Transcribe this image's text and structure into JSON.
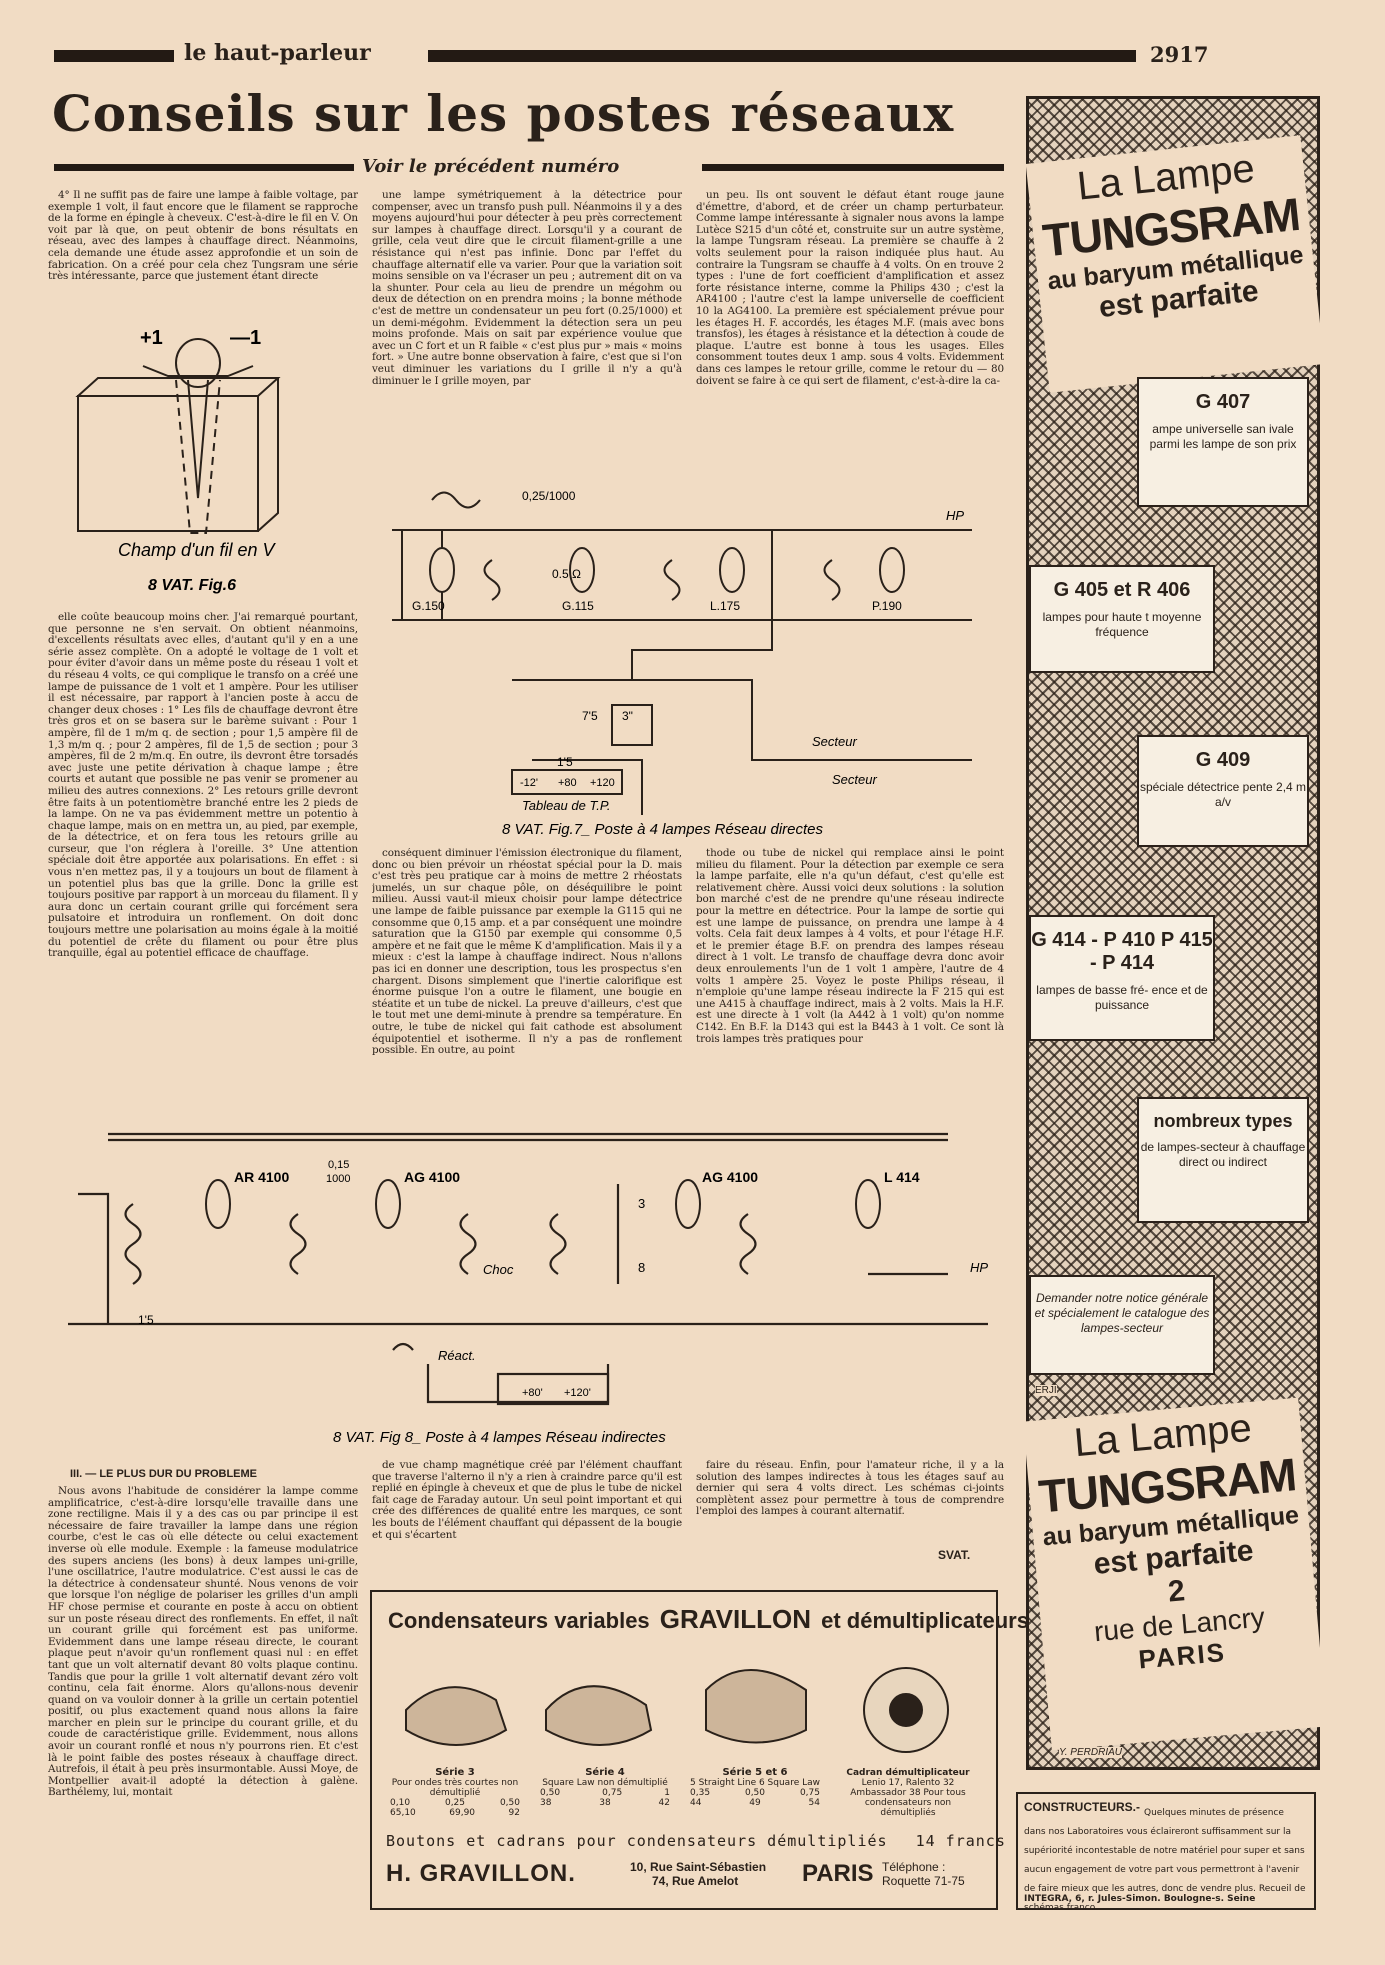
{
  "header": {
    "journal": "le haut-parleur",
    "page_number": "2917"
  },
  "article": {
    "title": "Conseils sur les postes réseaux",
    "subtitle": "Voir le précédent numéro",
    "col1_top": "4° Il ne suffit pas de faire une lampe à faible voltage, par exemple 1 volt, il faut encore que le filament se rapproche de la forme en épingle à cheveux. C'est-à-dire le fil en V. On voit par là que, on peut obtenir de bons résultats en réseau, avec des lampes à chauffage direct. Néanmoins, cela demande une étude assez approfondie et un soin de fabrication. On a créé pour cela chez Tungsram une série très intéressante, parce que justement étant directe",
    "col2_top": "une lampe symétriquement à la détectrice pour compenser, avec un transfo push pull. Néanmoins il y a des moyens aujourd'hui pour détecter à peu près correctement sur lampes à chauffage direct. Lorsqu'il y a courant de grille, cela veut dire que le circuit filament-grille a une résistance qui n'est pas infinie. Donc par l'effet du chauffage alternatif elle va varier. Pour que la variation soit moins sensible on va l'écraser un peu ; autrement dit on va la shunter. Pour cela au lieu de prendre un mégohm ou deux de détection on en prendra moins ; la bonne méthode c'est de mettre un condensateur un peu fort (0.25/1000) et un demi-mégohm. Evidemment la détection sera un peu moins profonde. Mais on sait par expérience voulue que avec un C fort et un R faible « c'est plus pur » mais « moins fort. » Une autre bonne observation à faire, c'est que si l'on veut diminuer les variations du I grille il n'y a qu'à diminuer le I grille moyen, par",
    "col3_top": "un peu. Ils ont souvent le défaut étant rouge jaune d'émettre, d'abord, et de créer un champ perturbateur. Comme lampe intéressante à signaler nous avons la lampe Lutèce S215 d'un côté et, construite sur un autre système, la lampe Tungsram réseau. La première se chauffe à 2 volts seulement pour la raison indiquée plus haut. Au contraire la Tungsram se chauffe à 4 volts. On en trouve 2 types : l'une de fort coefficient d'amplification et assez forte résistance interne, comme la Philips 430 ; c'est la AR4100 ; l'autre c'est la lampe universelle de coefficient 10 la AG4100. La première est spécialement prévue pour les étages H. F. accordés, les étages M.F. (mais avec bons transfos), les étages à résistance et la détection à coude de plaque. L'autre est bonne à tous les usages. Elles consomment toutes deux 1 amp. sous 4 volts. Evidemment dans ces lampes le retour grille, comme le retour du — 80 doivent se faire à ce qui sert de filament, c'est-à-dire la ca-",
    "col1_mid": "elle coûte beaucoup moins cher. J'ai remarqué pourtant, que personne ne s'en servait. On obtient néanmoins, d'excellents résultats avec elles, d'autant qu'il y en a une série assez complète. On a adopté le voltage de 1 volt et pour éviter d'avoir dans un même poste du réseau 1 volt et du réseau 4 volts, ce qui complique le transfo on a créé une lampe de puissance de 1 volt et 1 ampère. Pour les utiliser il est nécessaire, par rapport à l'ancien poste à accu de changer deux choses : 1° Les fils de chauffage devront être très gros et on se basera sur le barème suivant : Pour 1 ampère, fil de 1 m/m q. de section ; pour 1,5 ampère fil de 1,3 m/m q. ; pour 2 ampères, fil de 1,5 de section ; pour 3 ampères, fil de 2 m/m.q. En outre, ils devront être torsadés avec juste une petite dérivation à chaque lampe ; être courts et autant que possible ne pas venir se promener au milieu des autres connexions. 2° Les retours grille devront être faits à un potentiomètre branché entre les 2 pieds de la lampe. On ne va pas évidemment mettre un potentio à chaque lampe, mais on en mettra un, au pied, par exemple, de la détectrice, et on fera tous les retours grille au curseur, que l'on réglera à l'oreille. 3° Une attention spéciale doit être apportée aux polarisations. En effet : si vous n'en mettez pas, il y a toujours un bout de filament à un potentiel plus bas que la grille. Donc la grille est toujours positive par rapport à un morceau du filament. Il y aura donc un certain courant grille qui forcément sera pulsatoire et introduira un ronflement. On doit donc toujours mettre une polarisation au moins égale à la moitié du potentiel de crête du filament ou pour être plus tranquille, égal au potentiel efficace de chauffage.",
    "col2_mid": "conséquent diminuer l'émission électronique du filament, donc ou bien prévoir un rhéostat spécial pour la D. mais c'est très peu pratique car à moins de mettre 2 rhéostats jumelés, un sur chaque pôle, on déséquilibre le point milieu. Aussi vaut-il mieux choisir pour lampe détectrice une lampe de faible puissance par exemple la G115 qui ne consomme que 0,15 amp. et a par conséquent une moindre saturation que la G150 par exemple qui consomme 0,5 ampère et ne fait que le même K d'amplification. Mais il y a mieux : c'est la lampe à chauffage indirect. Nous n'allons pas ici en donner une description, tous les prospectus s'en chargent. Disons simplement que l'inertie calorifique est énorme puisque l'on a outre le filament, une bougie en stéatite et un tube de nickel. La preuve d'ailleurs, c'est que le tout met une demi-minute à prendre sa température. En outre, le tube de nickel qui fait cathode est absolument équipotentiel et isotherme. Il n'y a pas de ronflement possible. En outre, au point",
    "col3_mid": "thode ou tube de nickel qui remplace ainsi le point milieu du filament. Pour la détection par exemple ce sera la lampe parfaite, elle n'a qu'un défaut, c'est qu'elle est relativement chère. Aussi voici deux solutions : la solution bon marché c'est de ne prendre qu'une réseau indirecte pour la mettre en détectrice. Pour la lampe de sortie qui est une lampe de puissance, on prendra une lampe à 4 volts. Cela fait deux lampes à 4 volts, et pour l'étage H.F. et le premier étage B.F. on prendra des lampes réseau direct à 1 volt. Le transfo de chauffage devra donc avoir deux enroulements l'un de 1 volt 1 ampère, l'autre de 4 volts 1 ampère 25. Voyez le poste Philips réseau, il n'emploie qu'une lampe réseau indirecte la F 215 qui est une A415 à chauffage indirect, mais à 2 volts. Mais la H.F. est une directe à 1 volt (la A442 à 1 volt) qu'on nomme C142. En B.F. la D143 qui est la B443 à 1 volt. Ce sont là trois lampes très pratiques pour",
    "section_heading": "III. — LE PLUS DUR DU PROBLEME",
    "col1_bottom": "Nous avons l'habitude de considérer la lampe comme amplificatrice, c'est-à-dire lorsqu'elle travaille dans une zone rectiligne. Mais il y a des cas ou par principe il est nécessaire de faire travailler la lampe dans une région courbe, c'est le cas où elle détecte ou celui exactement inverse où elle module. Exemple : la fameuse modulatrice des supers anciens (les bons) à deux lampes uni-grille, l'une oscillatrice, l'autre modulatrice. C'est aussi le cas de la détectrice à condensateur shunté. Nous venons de voir que lorsque l'on néglige de polariser les grilles d'un ampli HF chose permise et courante en poste à accu on obtient sur un poste réseau direct des ronflements. En effet, il naît un courant grille qui forcément est pas uniforme. Evidemment dans une lampe réseau directe, le courant plaque peut n'avoir qu'un ronflement quasi nul : en effet tant que un volt alternatif devant 80 volts plaque continu. Tandis que pour la grille 1 volt alternatif devant zéro volt continu, cela fait énorme. Alors qu'allons-nous devenir quand on va vouloir donner à la grille un certain potentiel positif, ou plus exactement quand nous allons la faire marcher en plein sur le principe du courant grille, et du coude de caractéristique grille. Evidemment, nous allons avoir un courant ronflé et nous n'y pourrons rien. Et c'est là le point faible des postes réseaux à chauffage direct. Autrefois, il était à peu près insurmontable. Aussi Moye, de Montpellier avait-il adopté la détection à galène. Barthélemy, lui, montait",
    "col2_bottom": "de vue champ magnétique créé par l'élément chauffant que traverse l'alterno il n'y a rien à craindre parce qu'il est replié en épingle à cheveux et que de plus le tube de nickel fait cage de Faraday autour. Un seul point important et qui crée des différences de qualité entre les marques, ce sont les bouts de l'élément chauffant qui dépassent de la bougie et qui s'écartent",
    "col3_bottom": "faire du réseau. Enfin, pour l'amateur riche, il y a la solution des lampes indirectes à tous les étages sauf au dernier qui sera 4 volts direct. Les schémas ci-joints complètent assez pour permettre à tous de comprendre l'emploi des lampes à courant alternatif.",
    "signature": "SVAT."
  },
  "figures": {
    "fig6": {
      "plus": "+1",
      "minus": "—1",
      "caption": "Champ d'un fil en V",
      "label": "8 VAT.  Fig.6"
    },
    "fig7": {
      "cap": "0,25/1000",
      "res": "0.5 Ω",
      "tubes": [
        "G.150",
        "G.115",
        "L.175",
        "P.190"
      ],
      "hp": "HP",
      "v1": "7'5",
      "v2": "3\"",
      "v3": "1'5",
      "b1": "-12'",
      "b2": "+80",
      "b3": "+120",
      "secteur1": "Secteur",
      "secteur2": "Secteur",
      "tableau": "Tableau de T.P.",
      "caption": "8 VAT.  Fig.7_ Poste à 4 lampes Réseau directes"
    },
    "fig8": {
      "tubes": [
        "AR 4100",
        "AG 4100",
        "AG 4100",
        "L 414"
      ],
      "cap": "0,15",
      "cap2": "1000",
      "choc": "Choc",
      "react": "Réact.",
      "v15": "1'5",
      "v3": "3",
      "v8": "8",
      "hp": "HP",
      "b80": "+80'",
      "b120": "+120'",
      "caption": "8 VAT.  Fig 8_ Poste à 4 lampes Réseau indirectes"
    }
  },
  "tungsram_ad": {
    "lampe": "La Lampe",
    "brand": "TUNGSRAM",
    "line2": "au baryum métallique",
    "line3": "est parfaite",
    "cards": [
      {
        "title": "G 407",
        "text": "ampe universelle san ivale parmi les lampe de son prix"
      },
      {
        "title": "G 405 et R 406",
        "text": "lampes pour haute t moyenne fréquence"
      },
      {
        "title": "G 409",
        "text": "spéciale détectrice pente 2,4 m a/v"
      },
      {
        "title": "G 414 - P 410  P 415 - P 414",
        "text": "lampes de basse fré- ence et de puissance"
      },
      {
        "title": "nombreux types",
        "text": "de lampes-secteur à chauffage direct ou indirect"
      },
      {
        "title": "",
        "text": "Demander notre notice générale et spécialement le catalogue des lampes-secteur"
      }
    ],
    "address1": "2",
    "address2": "rue de Lancry",
    "city": "PARIS",
    "signature1": "ERJI",
    "signature2": "Y. PERDRIAU"
  },
  "gravillon_ad": {
    "title_left": "Condensateurs variables",
    "brand": "GRAVILLON",
    "title_right": "et démultiplicateurs",
    "series": [
      {
        "name": "Série 3",
        "desc": "Pour ondes très courtes non démultiplié",
        "caps": [
          "0,10",
          "0,25",
          "0,50"
        ],
        "prices": [
          "65,10",
          "69,90",
          "92"
        ]
      },
      {
        "name": "Série 4",
        "desc": "Square Law non démultiplié",
        "caps": [
          "0,50",
          "0,75",
          "1"
        ],
        "prices": [
          "38",
          "38",
          "42"
        ]
      },
      {
        "name": "Série 5 et 6",
        "desc": "5 Straight Line 6 Square Law",
        "caps": [
          "0,35",
          "0,50",
          "0,75"
        ],
        "prices": [
          "44",
          "49",
          "54"
        ]
      },
      {
        "name": "Cadran démultiplicateur",
        "desc": "Lenio 17, Ralento 32 Ambassador 38 Pour tous condensateurs non démultipliés",
        "caps": [],
        "prices": []
      }
    ],
    "boutons": "Boutons et cadrans pour condensateurs démultipliés",
    "boutons_price": "14 francs",
    "company": "H. GRAVILLON.",
    "addr1": "10, Rue Saint-Sébastien",
    "addr2": "74, Rue Amelot",
    "city": "PARIS",
    "phone": "Téléphone : Roquette 71-75"
  },
  "integra_ad": {
    "title": "CONSTRUCTEURS.-",
    "text": "Quelques minutes de présence dans nos Laboratoires vous éclaireront suffisamment sur la supériorité incontestable de notre matériel pour super et sans aucun engagement de votre part vous permettront à l'avenir de faire mieux que les autres, donc de vendre plus. Recueil de schémas franco.",
    "address": "INTEGRA, 6, r. Jules-Simon. Boulogne-s. Seine"
  }
}
